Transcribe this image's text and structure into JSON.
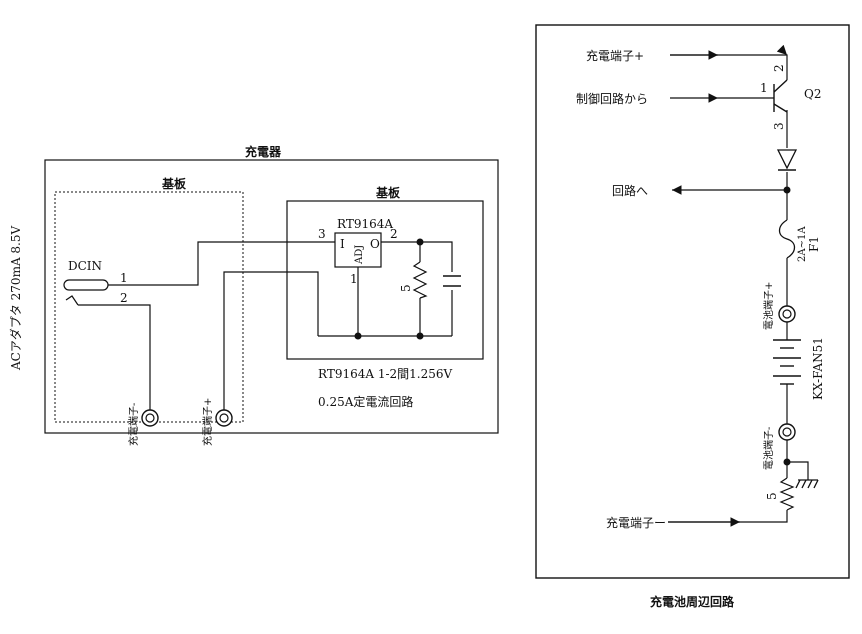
{
  "left": {
    "side_label": "ACアダプタ 270mA 8.5V",
    "charger_title": "充電器",
    "board_left_title": "基板",
    "board_right_title": "基板",
    "ic_name": "RT9164A",
    "ic_in": "I",
    "ic_adj": "ADJ",
    "ic_out": "O",
    "pin3": "3",
    "pin2": "2",
    "pin1": "1",
    "resistor": "5",
    "dcin": "DCIN",
    "dcin_pin1": "1",
    "dcin_pin2": "2",
    "term_minus": "充電端子-",
    "term_plus": "充電端子+",
    "note1": "RT9164A 1-2間1.256V",
    "note2": "0.25A定電流回路"
  },
  "right": {
    "title": "充電池周辺回路",
    "charge_plus": "充電端子+",
    "control": "制御回路から",
    "q2": "Q2",
    "q_pin1": "1",
    "q_pin2": "2",
    "q_pin3": "3",
    "to_circuit": "回路へ",
    "fuse_rating": "2A~1A",
    "fuse_name": "F1",
    "bat_plus": "電池端子+",
    "battery": "KX-FAN51",
    "bat_minus": "電池端子-",
    "resistor": "5",
    "charge_minus": "充電端子ー"
  }
}
